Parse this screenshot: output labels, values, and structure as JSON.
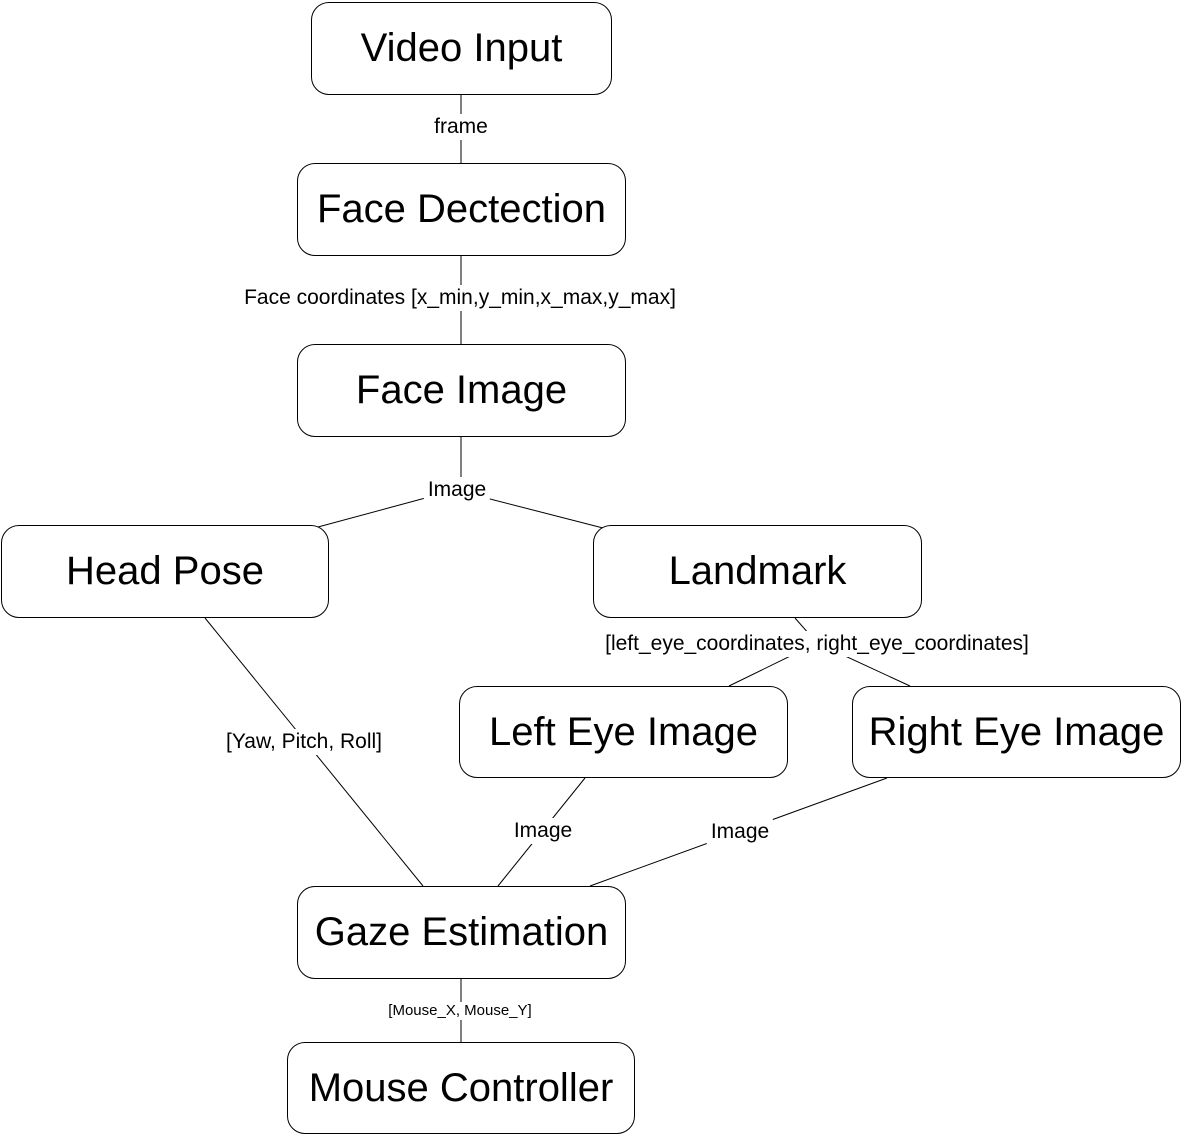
{
  "nodes": {
    "video_input": "Video Input",
    "face_detection": "Face Dectection",
    "face_image": "Face Image",
    "head_pose": "Head Pose",
    "landmark": "Landmark",
    "left_eye_image": "Left Eye Image",
    "right_eye_image": "Right Eye Image",
    "gaze_estimation": "Gaze Estimation",
    "mouse_controller": "Mouse Controller"
  },
  "edge_labels": {
    "video_to_face_detection": "frame",
    "face_detection_to_face_image": "Face coordinates [x_min,y_min,x_max,y_max]",
    "face_image_to_models": "Image",
    "landmark_to_eyes": "[left_eye_coordinates, right_eye_coordinates]",
    "head_pose_to_gaze": "[Yaw, Pitch, Roll]",
    "left_eye_to_gaze": "Image",
    "right_eye_to_gaze": "Image",
    "gaze_to_mouse": "[Mouse_X, Mouse_Y]"
  }
}
